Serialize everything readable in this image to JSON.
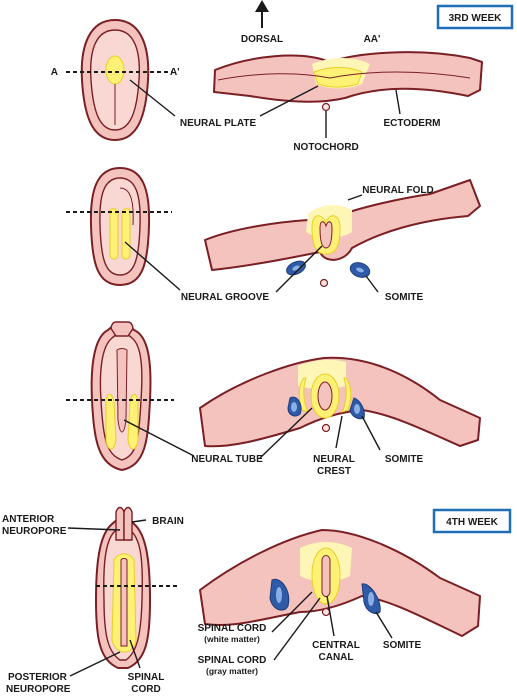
{
  "week_labels": {
    "week3": "3RD WEEK",
    "week4": "4TH WEEK"
  },
  "orientation": {
    "dorsal": "DORSAL",
    "section_plane": "AA'",
    "cut_a": "A",
    "cut_a_prime": "A'"
  },
  "panel1": {
    "neural_plate": "NEURAL PLATE",
    "ectoderm": "ECTODERM",
    "notochord": "NOTOCHORD"
  },
  "panel2": {
    "neural_fold": "NEURAL FOLD",
    "neural_groove": "NEURAL GROOVE",
    "somite": "SOMITE"
  },
  "panel3": {
    "neural_tube": "NEURAL TUBE",
    "neural_crest_line1": "NEURAL",
    "neural_crest_line2": "CREST",
    "somite": "SOMITE"
  },
  "panel4": {
    "anterior_neuropore_line1": "ANTERIOR",
    "anterior_neuropore_line2": "NEUROPORE",
    "brain": "BRAIN",
    "posterior_neuropore_line1": "POSTERIOR",
    "posterior_neuropore_line2": "NEUROPORE",
    "spinal_cord_line1": "SPINAL",
    "spinal_cord_line2": "CORD",
    "white_matter_line1": "SPINAL CORD",
    "white_matter_line2": "(white matter)",
    "gray_matter_line1": "SPINAL CORD",
    "gray_matter_line2": "(gray matter)",
    "central_canal_line1": "CENTRAL",
    "central_canal_line2": "CANAL",
    "somite": "SOMITE"
  },
  "colors": {
    "tissue": "#f4c3be",
    "outline": "#7a1f24",
    "neural_tissue": "#fff176",
    "somite": "#2f5aa8",
    "week_box_border": "#1e6fb8"
  }
}
